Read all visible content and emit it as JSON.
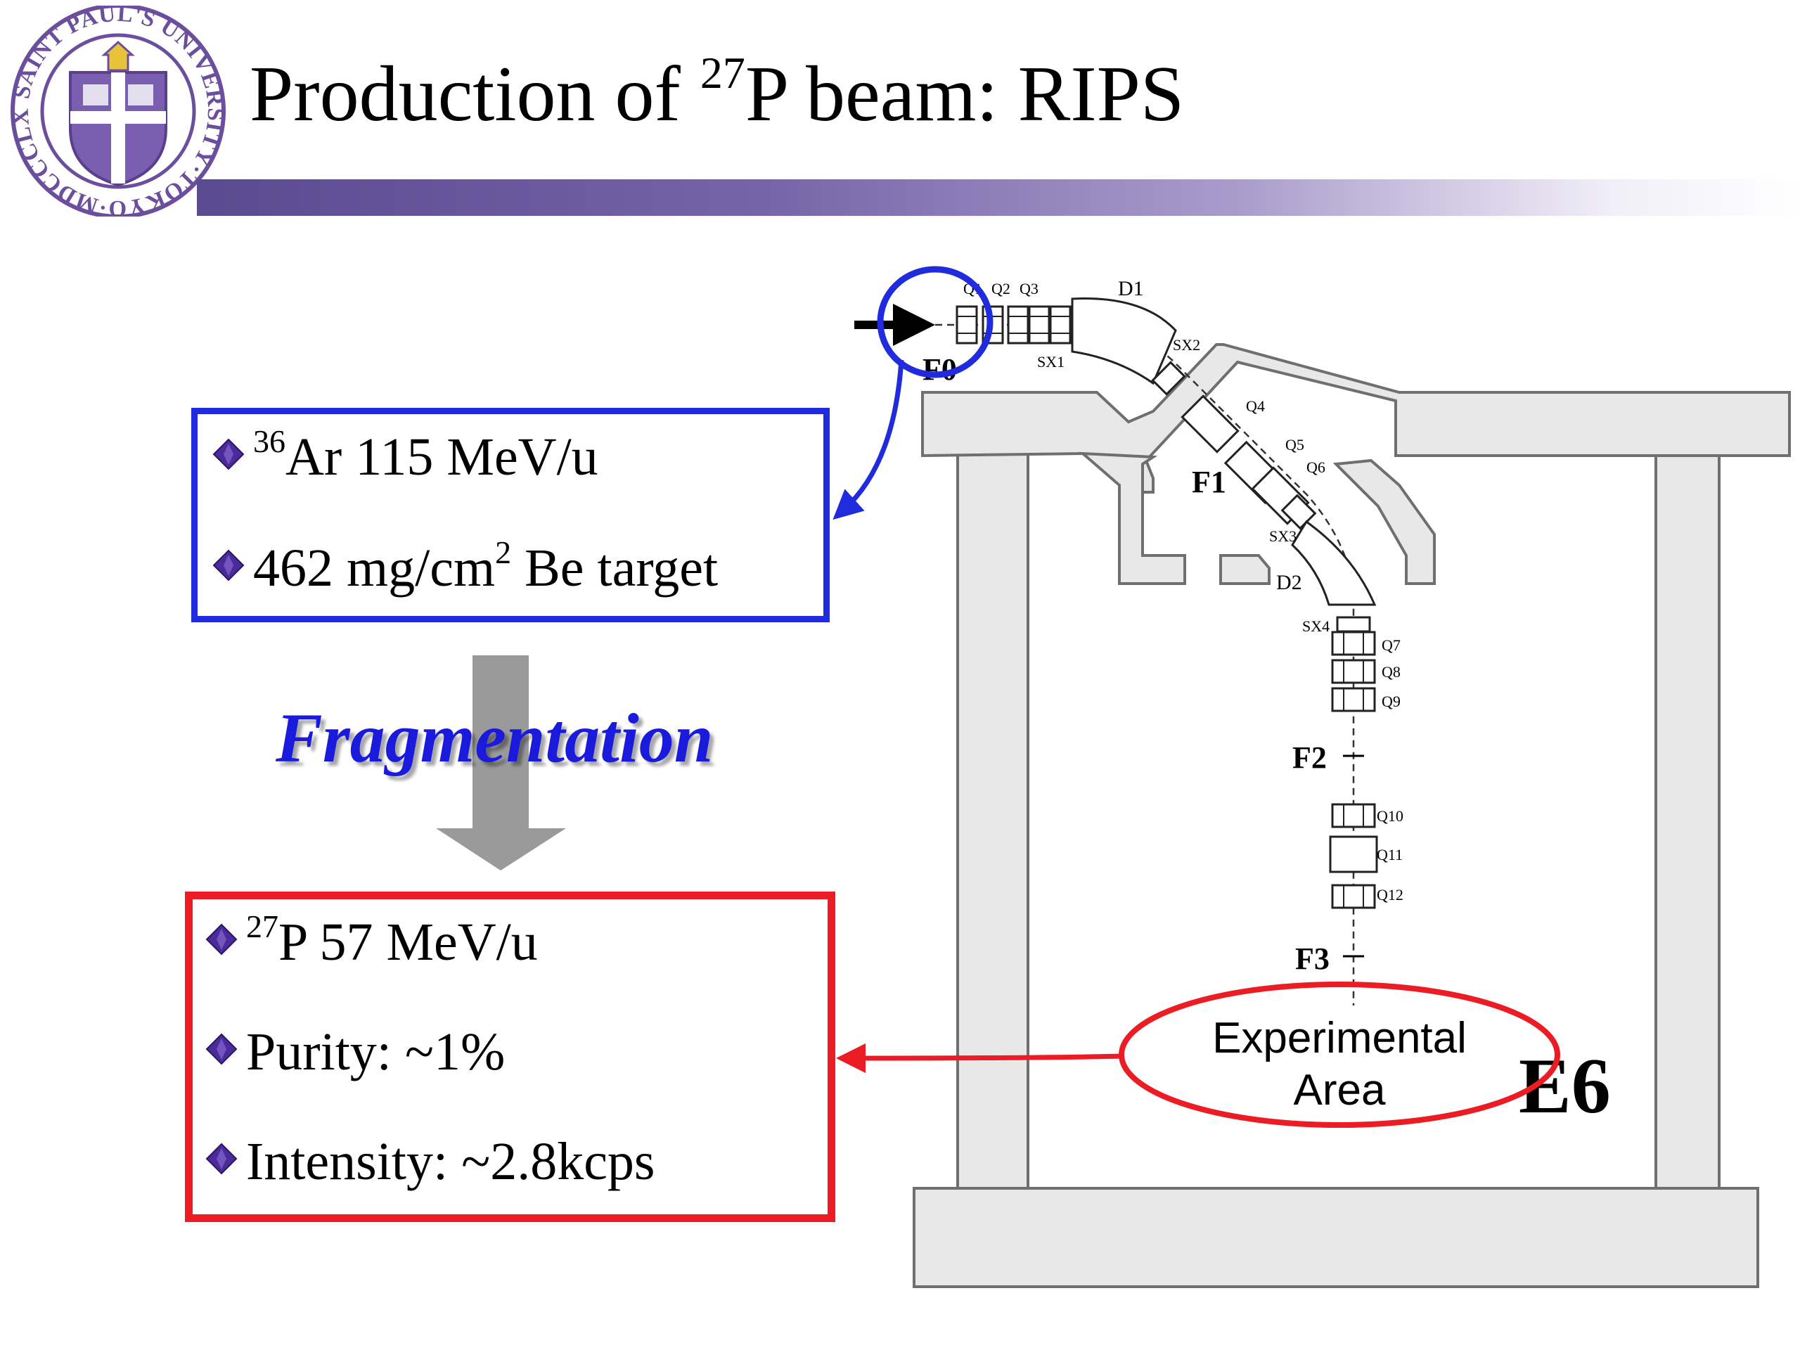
{
  "slide": {
    "title": {
      "prefix": "Production of ",
      "sup": "27",
      "suffix": "P beam: RIPS"
    }
  },
  "logo": {
    "ring_text": "SAINT PAUL'S UNIVERSITY·TOKYO·MDCCCLXXIV·",
    "color": "#6b4f9e"
  },
  "primary_beam": {
    "border_color": "#1f2bdc",
    "items": [
      {
        "sup": "36",
        "text": "Ar 115 MeV/u"
      },
      {
        "pre": "462 mg/cm",
        "sup": "2",
        "text": " Be target"
      }
    ]
  },
  "process": {
    "label": "Fragmentation",
    "arrow_color": "#999999"
  },
  "secondary_beam": {
    "border_color": "#ec1c24",
    "items": [
      {
        "sup": "27",
        "text": "P 57 MeV/u"
      },
      {
        "text": "Purity: ~1%"
      },
      {
        "text": "Intensity: ~2.8kcps"
      }
    ]
  },
  "beamline": {
    "focal_planes": [
      "F0",
      "F1",
      "F2",
      "F3"
    ],
    "dipoles": [
      "D1",
      "D2"
    ],
    "quadrupoles": [
      "Q1",
      "Q2",
      "Q3",
      "Q4",
      "Q5",
      "Q6",
      "Q7",
      "Q8",
      "Q9",
      "Q10",
      "Q11",
      "Q12"
    ],
    "sextupoles": [
      "SX1",
      "SX2",
      "SX3",
      "SX4"
    ],
    "hall": "E6",
    "experimental_area": [
      "Experimental",
      "Area"
    ]
  },
  "colors": {
    "bullet": "#4b2a9a",
    "blue_highlight": "#1f2bdc",
    "red_highlight": "#ec1c24",
    "wall_fill": "#e8e8e8"
  }
}
